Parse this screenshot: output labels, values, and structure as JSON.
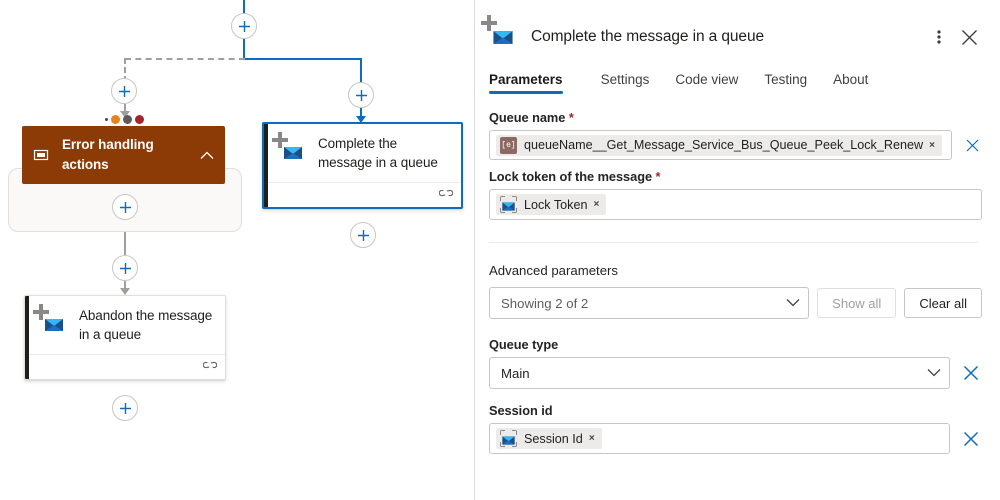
{
  "canvas": {
    "add_buttons": [
      {
        "name": "add-action-top"
      },
      {
        "name": "add-action-error-branch"
      },
      {
        "name": "add-action-complete-branch"
      },
      {
        "name": "add-action-inside-scope"
      },
      {
        "name": "add-action-after-scope"
      },
      {
        "name": "add-action-after-abandon"
      },
      {
        "name": "add-action-after-complete"
      }
    ],
    "scope_node": {
      "title": "Error handling actions",
      "icon": "scope-icon",
      "chevron": "chevron-up-icon",
      "color": "#8c3a06",
      "status_dots": [
        "#4a4340",
        "#e8821a",
        "#5e5a57",
        "#a4262c"
      ]
    },
    "nodes": [
      {
        "title": "Complete the message in a queue",
        "icon": "service-bus-icon",
        "footer_icon": "connection-icon",
        "selected": true,
        "accent": "#201f1e",
        "selection_color": "#0f6cbd"
      },
      {
        "title": "Abandon the message in a queue",
        "icon": "service-bus-icon",
        "footer_icon": "connection-icon",
        "selected": false,
        "accent": "#201f1e"
      }
    ]
  },
  "panel": {
    "icon": "service-bus-icon",
    "title": "Complete the message in a queue",
    "more_menu": "more-vertical-icon",
    "close": "close-icon",
    "tabs": [
      {
        "label": "Parameters",
        "active": true
      },
      {
        "label": "Settings",
        "active": false
      },
      {
        "label": "Code view",
        "active": false
      },
      {
        "label": "Testing",
        "active": false
      },
      {
        "label": "About",
        "active": false
      }
    ],
    "accent_color": "#0f6cbd",
    "fields": {
      "queue_name": {
        "label": "Queue name",
        "required": "*",
        "chip": "queueName__Get_Message_Service_Bus_Queue_Peek_Lock_Renew",
        "chip_icon": "expression-icon",
        "chip_icon_text": "[e]",
        "chip_remove": "×",
        "clear_icon": "clear-icon"
      },
      "lock_token": {
        "label": "Lock token of the message",
        "required": "*",
        "chip": "Lock Token",
        "chip_icon": "service-bus-icon",
        "chip_remove": "×"
      }
    },
    "advanced": {
      "section_label": "Advanced parameters",
      "dropdown_value": "Showing 2 of 2",
      "chevron": "chevron-down-icon",
      "show_all_label": "Show all",
      "show_all_disabled": true,
      "clear_all_label": "Clear all",
      "fields": [
        {
          "label": "Queue type",
          "type": "select",
          "value": "Main",
          "chevron": "chevron-down-icon",
          "remove_icon": "remove-parameter-icon"
        },
        {
          "label": "Session id",
          "type": "token",
          "chip": "Session Id",
          "chip_icon": "service-bus-icon",
          "chip_remove": "×",
          "remove_icon": "remove-parameter-icon"
        }
      ]
    }
  }
}
